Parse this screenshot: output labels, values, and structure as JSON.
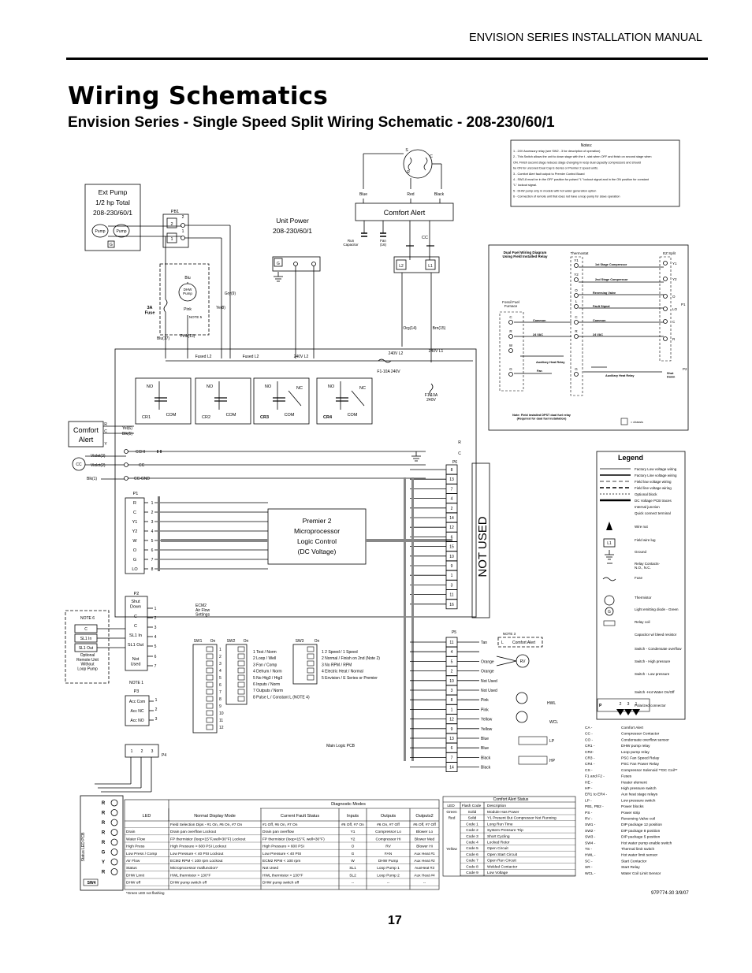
{
  "header": {
    "manual_title": "ENVISION SERIES INSTALLATION MANUAL"
  },
  "page": {
    "title": "Wiring Schematics",
    "subtitle": "Envision Series - Single Speed Split Wiring Schematic - 208-230/60/1",
    "page_number": "17",
    "part_number": "97P774-30    3/9/07"
  },
  "notes": {
    "heading": "Notes:",
    "items": [
      "1 - 24V Accessory relay (see SW2 - 3 for description of operation)",
      "2 - This Switch allows the unit to down stage with the t - stat when OFF and finish on second stage when",
      "ON.  Finish second stage reduces stage changing in recip dual capacity compressors and should",
      "be ON for unzoned Dual Cap E-Series or Premier 2 speed units.",
      "3 - Comfort Alert fault output to Premier Control Board",
      "4 - SW2-8 must be in the OFF position for pulsed \"L\" lockout signal and in the ON position for constant",
      "\"L\" lockout signal.",
      "5 - DHW pump only in models with hot water generation option",
      "6 - Connection of remote unit that does not have a loop pump for slave operation"
    ]
  },
  "ext_pump": {
    "line1": "Ext Pump",
    "line2": "1/2 hp Total",
    "line3": "208-230/60/1",
    "pump1": "Pump",
    "pump2": "Pump",
    "g": "G"
  },
  "pb1": {
    "label": "PB1",
    "t1": "1",
    "t2": "2",
    "n1": "1",
    "n2": "2"
  },
  "unit_power": {
    "line1": "Unit  Power",
    "line2": "208-230/60/1",
    "g": "G"
  },
  "comfort_alert_top": {
    "label": "Comfort Alert",
    "blue": "Blue",
    "red": "Red",
    "black": "Black",
    "s": "S",
    "c": "C",
    "r": "R"
  },
  "compressor": {
    "run_cap": "Run\nCapacitor",
    "fan": "Fan\n(16)",
    "cc": "CC",
    "l2": "L2",
    "l1": "L1"
  },
  "dhw": {
    "blu": "Blu",
    "pump": "DHW\nPump",
    "pink": "Pink",
    "note5": "NOTE 5",
    "grey": "Gry(9)",
    "yel": "Ye(8)",
    "blu17": "Blu(17)",
    "pink13": "Pink(13)"
  },
  "fuse": {
    "label": "3A\nFuse"
  },
  "wires": {
    "org14": "Org(14)",
    "brn15": "Brn(15)",
    "fused_l2a": "Fused  L2",
    "fused_l2b": "Fused  L2",
    "v240_l2a": "240V L2",
    "v240_l2b": "240V L2",
    "v240_l1": "240V L1",
    "f1": "F1-10A 240V",
    "f1b": "F1-10A\n240V"
  },
  "relays": [
    {
      "name": "CR1",
      "no": "NO",
      "com": "COM"
    },
    {
      "name": "CR2",
      "no": "NO",
      "com": "COM"
    },
    {
      "name": "CR3",
      "no": "NO",
      "nc": "NC",
      "com": "COM"
    },
    {
      "name": "CR4",
      "no": "NO",
      "nc": "NC",
      "com": "COM"
    }
  ],
  "comfort_alert_left": {
    "line1": "Comfort",
    "line2": "Alert",
    "r": "R",
    "c": "C",
    "y": "Y",
    "yel": "Yel(6)",
    "blk": "Blk(5)"
  },
  "left_wires": {
    "cchi": "CCHI",
    "cc": "CC",
    "ccgnd": "CC-GND",
    "violet3": "Violet(3)",
    "violet2": "Violet(2)",
    "blk1": "Blk(1)",
    "cc_circle": "CC"
  },
  "p1": {
    "label": "P1",
    "terms": [
      "R",
      "C",
      "Y1",
      "Y2",
      "W",
      "O",
      "G",
      "LO"
    ],
    "nums": [
      "1",
      "2",
      "3",
      "4",
      "5",
      "6",
      "7",
      "8"
    ]
  },
  "p2": {
    "label": "P2",
    "terms": [
      "Shut\nDown",
      "C",
      "C",
      "SL1 In",
      "SL1 Out",
      "Not\nUsed"
    ],
    "nums": [
      "1",
      "2",
      "3",
      "4",
      "5",
      "6",
      "7"
    ]
  },
  "note6": {
    "label": "NOTE 6",
    "terms": [
      "C",
      "SL1 In",
      "SL1 Out"
    ],
    "caption": "Optional\nRemote Unit\nWithout\nLoop Pump"
  },
  "p3": {
    "label": "P3",
    "note1": "NOTE 1",
    "terms": [
      "Acc Com",
      "Acc NC",
      "Acc NO"
    ],
    "nums": [
      "1",
      "2",
      "3"
    ]
  },
  "p4": {
    "label": "P4",
    "nums": [
      "1",
      "2",
      "3"
    ]
  },
  "processor": {
    "line1": "Premier 2",
    "line2": "Microprocessor",
    "line3": "Logic Control",
    "line4": "(DC Voltage)"
  },
  "ecm2": {
    "label": "ECM2\nAir Flow\nSettings"
  },
  "switches": {
    "sw1": "SW1",
    "sw2": "SW2",
    "sw3": "SW3",
    "on": "On",
    "sw2_items": [
      "1  Test / Norm",
      "2  Loop / Well",
      "3  Fan / Comp",
      "4  Dehum / Norm",
      "5  No Htg3 / Htg3",
      "6  Inputs / Norm",
      "7  Outputs / Norm",
      "8  Pulse L / Constant L (NOTE 4)"
    ],
    "sw3_items": [
      "1  2 Speed / 1 Speed",
      "2  Normal / Finish on 2nd (Note 2)",
      "3  No RPM / RPM",
      "4  Electric Heat  / Normal",
      "5  Envision / E Series or Premier"
    ]
  },
  "p6": {
    "label": "P6",
    "r": "R",
    "c": "C",
    "pins": [
      "8",
      "13",
      "7",
      "4",
      "2",
      "14",
      "12",
      "6",
      "15",
      "10",
      "9",
      "1",
      "3",
      "11",
      "16"
    ],
    "not_used": "NOT USED"
  },
  "p5": {
    "label": "P5",
    "pins": [
      "11",
      "4",
      "5",
      "2",
      "10",
      "3",
      "8",
      "1",
      "12",
      "9",
      "13",
      "6",
      "7",
      "14"
    ],
    "wires": [
      "Tan",
      "",
      "Orange",
      "Orange",
      "Not Used",
      "Not Used",
      "Pink",
      "Pink",
      "Yellow",
      "Yellow",
      "Blue",
      "Blue",
      "Black",
      "Black"
    ],
    "note3": "NOTE 3",
    "l": "L",
    "comfort_alert": "Comfort Alert",
    "rv": "RV",
    "hwl": "HWL",
    "wcl": "WCL",
    "lp": "LP",
    "hp": "HP"
  },
  "main_logic": "Main Logic PCB",
  "dual_fuel": {
    "title": "Dual Fuel Wiring Diagram\nUsing Field Installed Relay",
    "thermostat": "Thermostat",
    "ez": "EZ Split",
    "fossil": "Fossil Fuel\nFurnace",
    "t_left": [
      "C",
      "R",
      "W",
      "G"
    ],
    "t_mid": [
      "Y1",
      "Y2",
      "O",
      "L",
      "C",
      "R",
      "G"
    ],
    "t_right": [
      "Y1",
      "Y2",
      "O",
      "LO",
      "C",
      "R"
    ],
    "p1": "P1",
    "p2": "P2",
    "labels": [
      "1st Stage Compressor",
      "2nd Stage Compressor",
      "Reversing Valve",
      "Fault Signal",
      "Common",
      "24 VAC",
      "Common",
      "24 VAC",
      "Auxiliary Heat Relay",
      "Fan",
      "Auxiliary Heat Relay",
      "Shut\nDown"
    ],
    "note": "Note:  Field installed DPST dual fuel relay\n(Required for dual fuel installation)",
    "chassis": "= chassis"
  },
  "legend": {
    "title": "Legend",
    "items": [
      "Factory Low voltage wiring",
      "Factory Line voltage wiring",
      "Field low voltage wiring",
      "Field line voltage wiring",
      "Optional block",
      "DC Voltage PCB traces",
      "Internal junction",
      "Quick connect  terminal",
      "Wire nut",
      "Field wire lug",
      "Ground",
      "Relay Contacts-\nN.O., N.C.",
      "Fuse",
      "Thermistor",
      "Light emitting diode - Green",
      "Relay coil",
      "Capacitor w/ bleed resistor",
      "Switch - Condensate overflow",
      "Switch - High pressure",
      "Switch - Low pressure",
      "Switch -Hot  Water On/Off",
      "Polarized connector"
    ],
    "lug": "L1",
    "polar": "P",
    "polar_nums": [
      "2",
      "3",
      "1"
    ]
  },
  "abbreviations": [
    [
      "CA -",
      "Comfort Alert"
    ],
    [
      "CC -",
      "Compressor Contactor"
    ],
    [
      "CO -",
      "Condensate overflow sensor"
    ],
    [
      "CR1 -",
      "DHW pump relay"
    ],
    [
      "CR2-",
      "Loop pump relay"
    ],
    [
      "CR3 -",
      "PSC Fan Speed Relay"
    ],
    [
      "CR4 -",
      "PSC Fan Power Relay"
    ],
    [
      "CS -",
      "Compressor Solenoid  **DC Coil**"
    ],
    [
      "F1 and F2 -",
      "Fuses"
    ],
    [
      "HE -",
      "Heater element"
    ],
    [
      "HP -",
      "High pressure switch"
    ],
    [
      "ER1 to ER4 -",
      "Aux heat stage relays"
    ],
    [
      "LP -",
      "Low  pressure switch"
    ],
    [
      "PB1, PB2 -",
      "Power blocks"
    ],
    [
      "PS -",
      "Power strip"
    ],
    [
      "RV -",
      "Reversing Valve coil"
    ],
    [
      "SW1 -",
      "DIP package 12 position"
    ],
    [
      "SW2 -",
      "DIP package 8 position"
    ],
    [
      "SW3 -",
      "DIP package 5 position"
    ],
    [
      "SW4 -",
      "Hot water pump enable switch"
    ],
    [
      "TS -",
      "Thermal limit switch"
    ],
    [
      "HWL -",
      "Hot water limit sensor"
    ],
    [
      "SC -",
      "Start Contactor"
    ],
    [
      "SR -",
      "Start Relay"
    ],
    [
      "WCL -",
      "Water Coil Limit Sensor"
    ]
  ],
  "status_leds": {
    "title": "Status LED PCB",
    "sw4": "SW4",
    "letters": [
      "R",
      "R",
      "R",
      "R",
      "R",
      "G",
      "Y",
      "R"
    ]
  },
  "diag_table": {
    "diag_header": "Diagnostic Modes",
    "headers": [
      "LED",
      "Normal Display Mode",
      "Current Fault Status",
      "Inputs",
      "Outputs",
      "Outputs2"
    ],
    "rows": [
      [
        "",
        "Field Selection Dips - #1 On, #6 On, #7 On",
        "#1 Off, #6 On, #7 On",
        "#6 Off, #7 On",
        "#6 On, #7 Off",
        "#6 Off, #7 Off"
      ],
      [
        "Drain",
        "Drain pan overflow Lockout",
        "Drain pan overflow",
        "Y1",
        "Compressor Lo",
        "Blower Lo"
      ],
      [
        "Water Flow",
        "FP thermistor (loop<15°F,well<30°F) Lockout",
        "FP thermistor (loop<15°F, well<30°F)",
        "Y2",
        "Compressor Hi",
        "Blower Med"
      ],
      [
        "High Press",
        "High Pressure > 600 PSI Lockout",
        "High Pressure > 600 PSI",
        "O",
        "RV",
        "Blower Hi"
      ],
      [
        "Low Press / Comp",
        "Low  Pressure < 40 PSI Lockout",
        "Low  Pressure < 40 PSI",
        "G",
        "FAN",
        "Aux Heat #1"
      ],
      [
        "Air Flow",
        "ECM2 RPM < 100 rpm Lockout",
        "ECM2 RPM < 100 rpm",
        "W",
        "DHW Pump",
        "Aux Heat #2"
      ],
      [
        "Status",
        "Microprocessor malfunction*",
        "Not Used",
        "SL1",
        "Loop Pump 1",
        "AuxHeat #3"
      ],
      [
        "DHW Limit",
        "HWL thermistor > 130°F",
        "HWL thermistor > 130°F",
        "SL2",
        "Loop Pump 2",
        "Aux Heat #4"
      ],
      [
        "DHW off",
        "DHW pump switch off",
        "DHW pump switch off",
        "--",
        "--",
        "--"
      ]
    ],
    "footnote": "*Green LED not flashing"
  },
  "ca_status": {
    "title": "Comfort Alert Status",
    "headers": [
      "LED",
      "Flash Code",
      "Description"
    ],
    "rows": [
      [
        "Green",
        "Solid",
        "Module Has Power"
      ],
      [
        "Red",
        "Solid",
        "Y1 Present But Compressor Not Running"
      ],
      [
        "",
        "Code 1",
        "Long Run Time"
      ],
      [
        "",
        "Code 2",
        "System Pressure Trip"
      ],
      [
        "",
        "Code 3",
        "Short Cycling"
      ],
      [
        "",
        "Code 4",
        "Locked Rotor"
      ],
      [
        "Yellow",
        "Code 5",
        "Open Circuit"
      ],
      [
        "",
        "Code 6",
        "Open Start Circuit"
      ],
      [
        "",
        "Code 7",
        "Open Run Circuit"
      ],
      [
        "",
        "Code 8",
        "Welded Contactor"
      ],
      [
        "",
        "Code 9",
        "Low Voltage"
      ]
    ]
  }
}
